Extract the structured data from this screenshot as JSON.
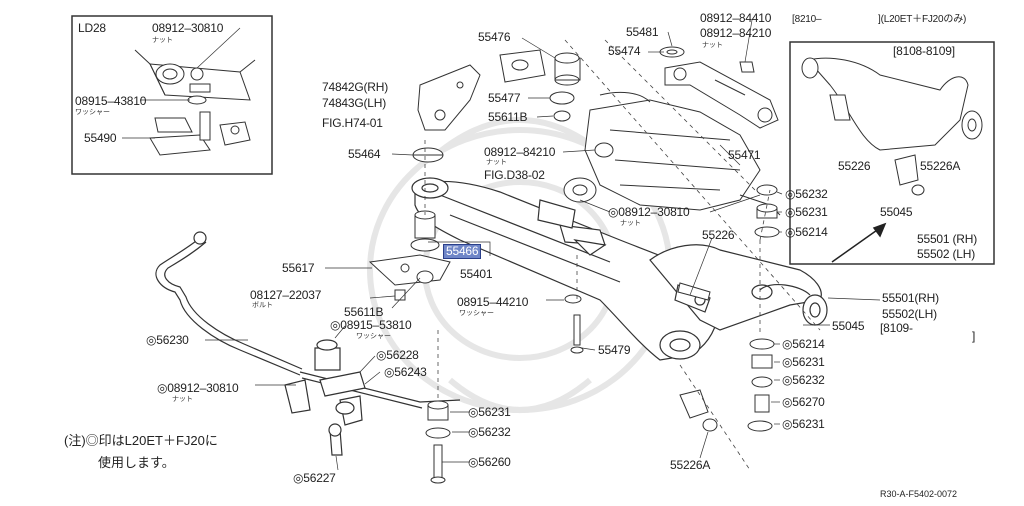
{
  "marker_symbol": "◎",
  "inset_ld28": {
    "title": "LD28",
    "nut_part": "08912–30810",
    "nut_sub": "ナット",
    "washer_part": "08915–43810",
    "washer_sub": "ワッシャー",
    "mount": "55490"
  },
  "inset_8108": {
    "title": "[8108-8109]",
    "p55226": "55226",
    "p55226a": "55226A",
    "p55045": "55045",
    "p55501": "55501 (RH)",
    "p55502": "55502 (LH)"
  },
  "labels": {
    "p55476": "55476",
    "p55481": "55481",
    "p08912_84410": "08912–84410",
    "p08912_84410_note": "[8210–",
    "p08912_84410_note2": "](L20ET＋FJ20のみ)",
    "p08912_84210_top": "08912–84210",
    "p08912_84210_top_sub": "ナット",
    "p55474": "55474",
    "p74842g": "74842G(RH)",
    "p74843g": "74843G(LH)",
    "fig_h74": "FIG.H74-01",
    "p55477": "55477",
    "p55611b_top": "55611B",
    "p55464": "55464",
    "p08912_84210_mid": "08912–84210",
    "p08912_84210_mid_sub": "ナット",
    "fig_d38": "FIG.D38-02",
    "p55471": "55471",
    "p56232_a": "56232",
    "p56231_a": "56231",
    "p56214_a": "56214",
    "p08912_30810_mid": "08912–30810",
    "p08912_30810_mid_sub": "ナット",
    "p55466": "55466",
    "p55401": "55401",
    "p55226": "55226",
    "p55617": "55617",
    "p08127_22037": "08127–22037",
    "p08127_22037_sub": "ボルト",
    "p55611b": "55611B",
    "p08915_44210": "08915–44210",
    "p08915_44210_sub": "ワッシャー",
    "p55501_rh": "55501(RH)",
    "p55502_lh": "55502(LH)",
    "p8109": "[8109-",
    "p8109_close": "]",
    "p55045": "55045",
    "p56230": "56230",
    "p08915_53810": "08915–53810",
    "p08915_53810_sub": "ワッシャー",
    "p56228": "56228",
    "p56243": "56243",
    "p55479": "55479",
    "p56214_b": "56214",
    "p56231_b": "56231",
    "p56232_b": "56232",
    "p56270": "56270",
    "p56231_c": "56231",
    "p08912_30810_low": "08912–30810",
    "p08912_30810_low_sub": "ナット",
    "p56231_d": "56231",
    "p56232_d": "56232",
    "p56260": "56260",
    "p55226a": "55226A",
    "p56227": "56227"
  },
  "note_line1": "(注)◎印はL20ET＋FJ20に",
  "note_line2": "使用します。",
  "diagram_code": "R30-A-F5402-0072"
}
